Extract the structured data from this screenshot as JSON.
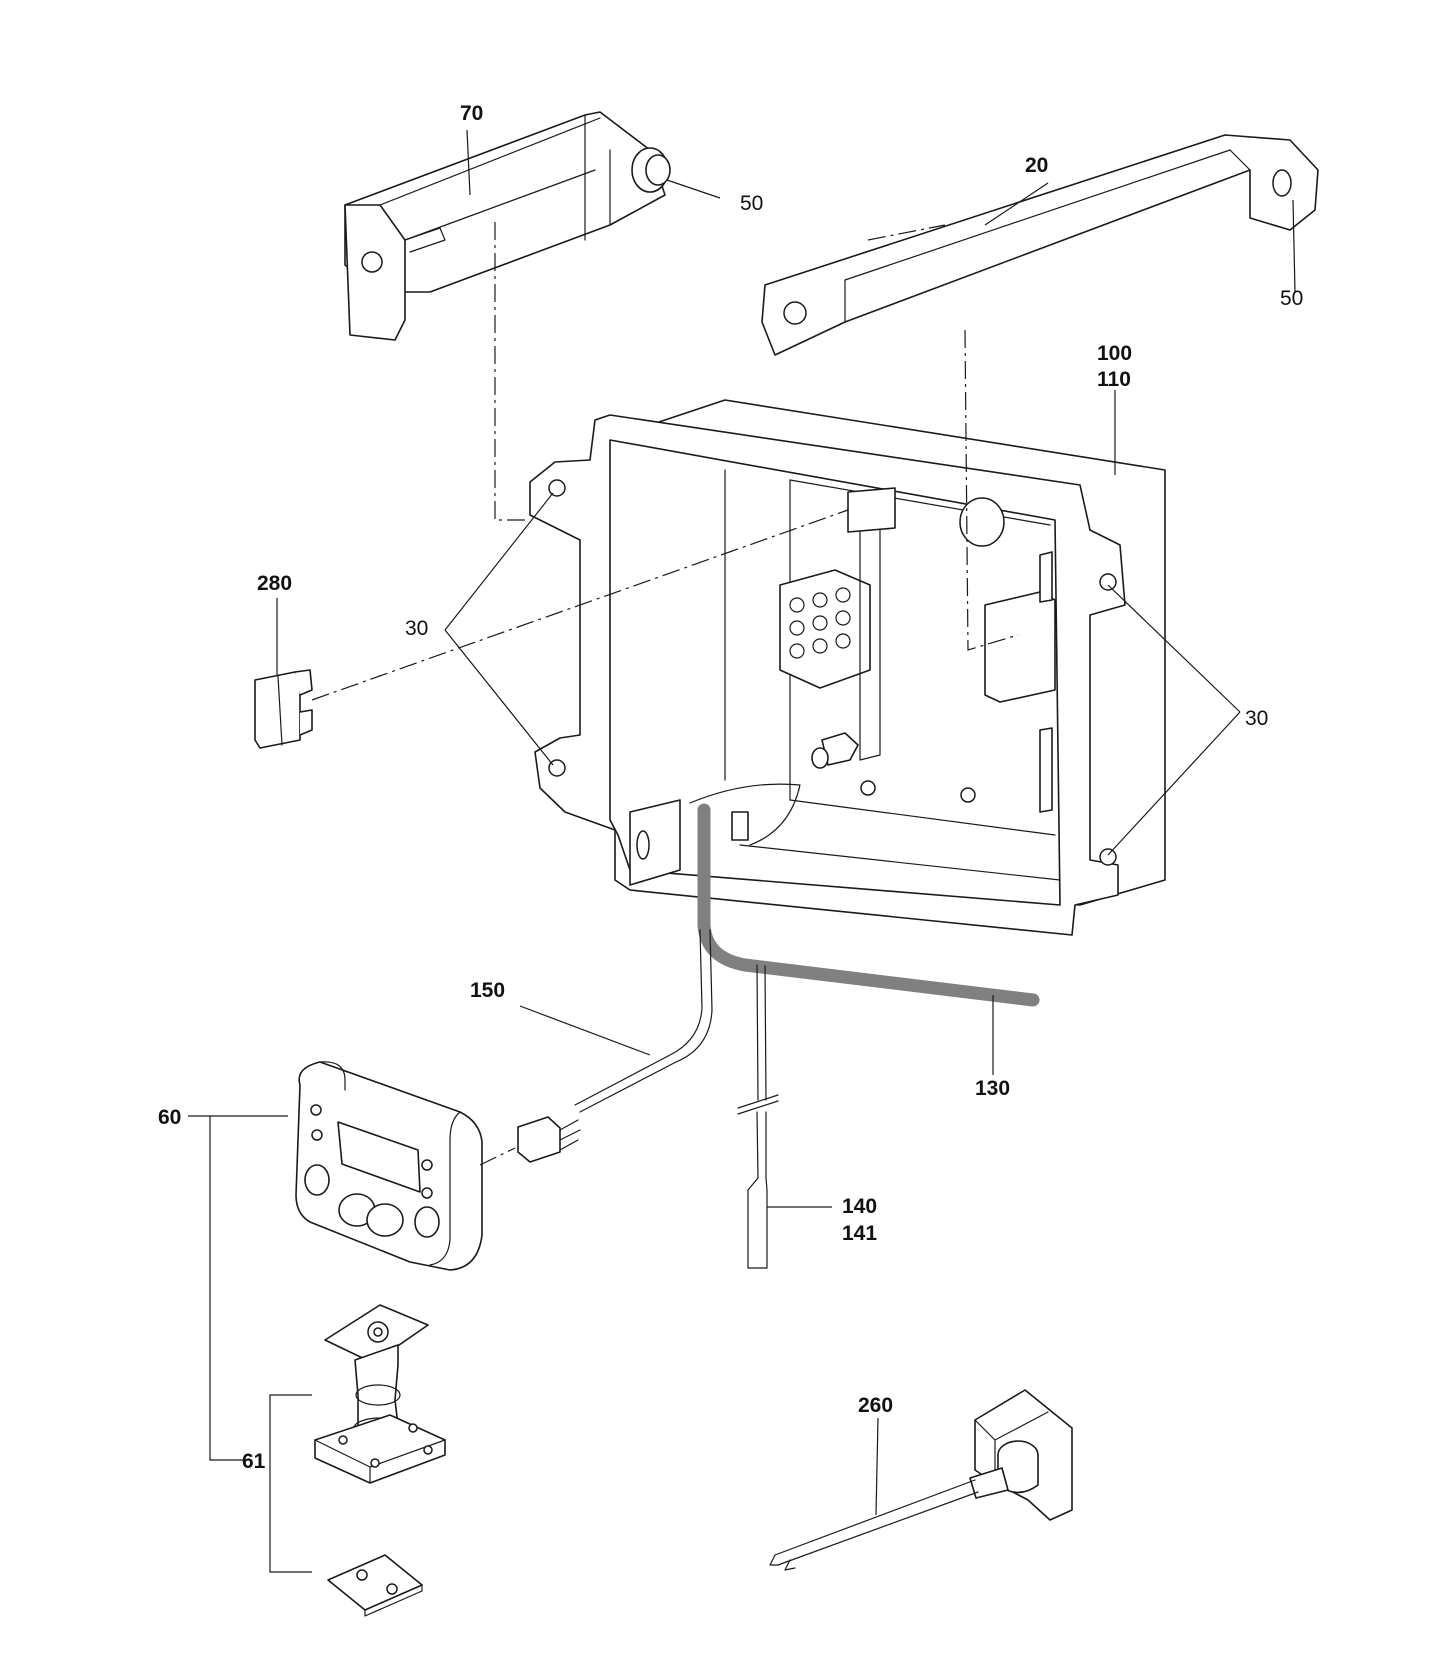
{
  "colors": {
    "ink": "#1a1a1a",
    "cable_130": "#808080",
    "background": "#ffffff"
  },
  "callouts": {
    "c70": "70",
    "c50a": "50",
    "c20": "20",
    "c50b": "50",
    "c100": "100",
    "c110": "110",
    "c280": "280",
    "c30a": "30",
    "c30b": "30",
    "c150": "150",
    "c130": "130",
    "c60": "60",
    "c140": "140",
    "c141": "141",
    "c260": "260",
    "c61": "61"
  }
}
